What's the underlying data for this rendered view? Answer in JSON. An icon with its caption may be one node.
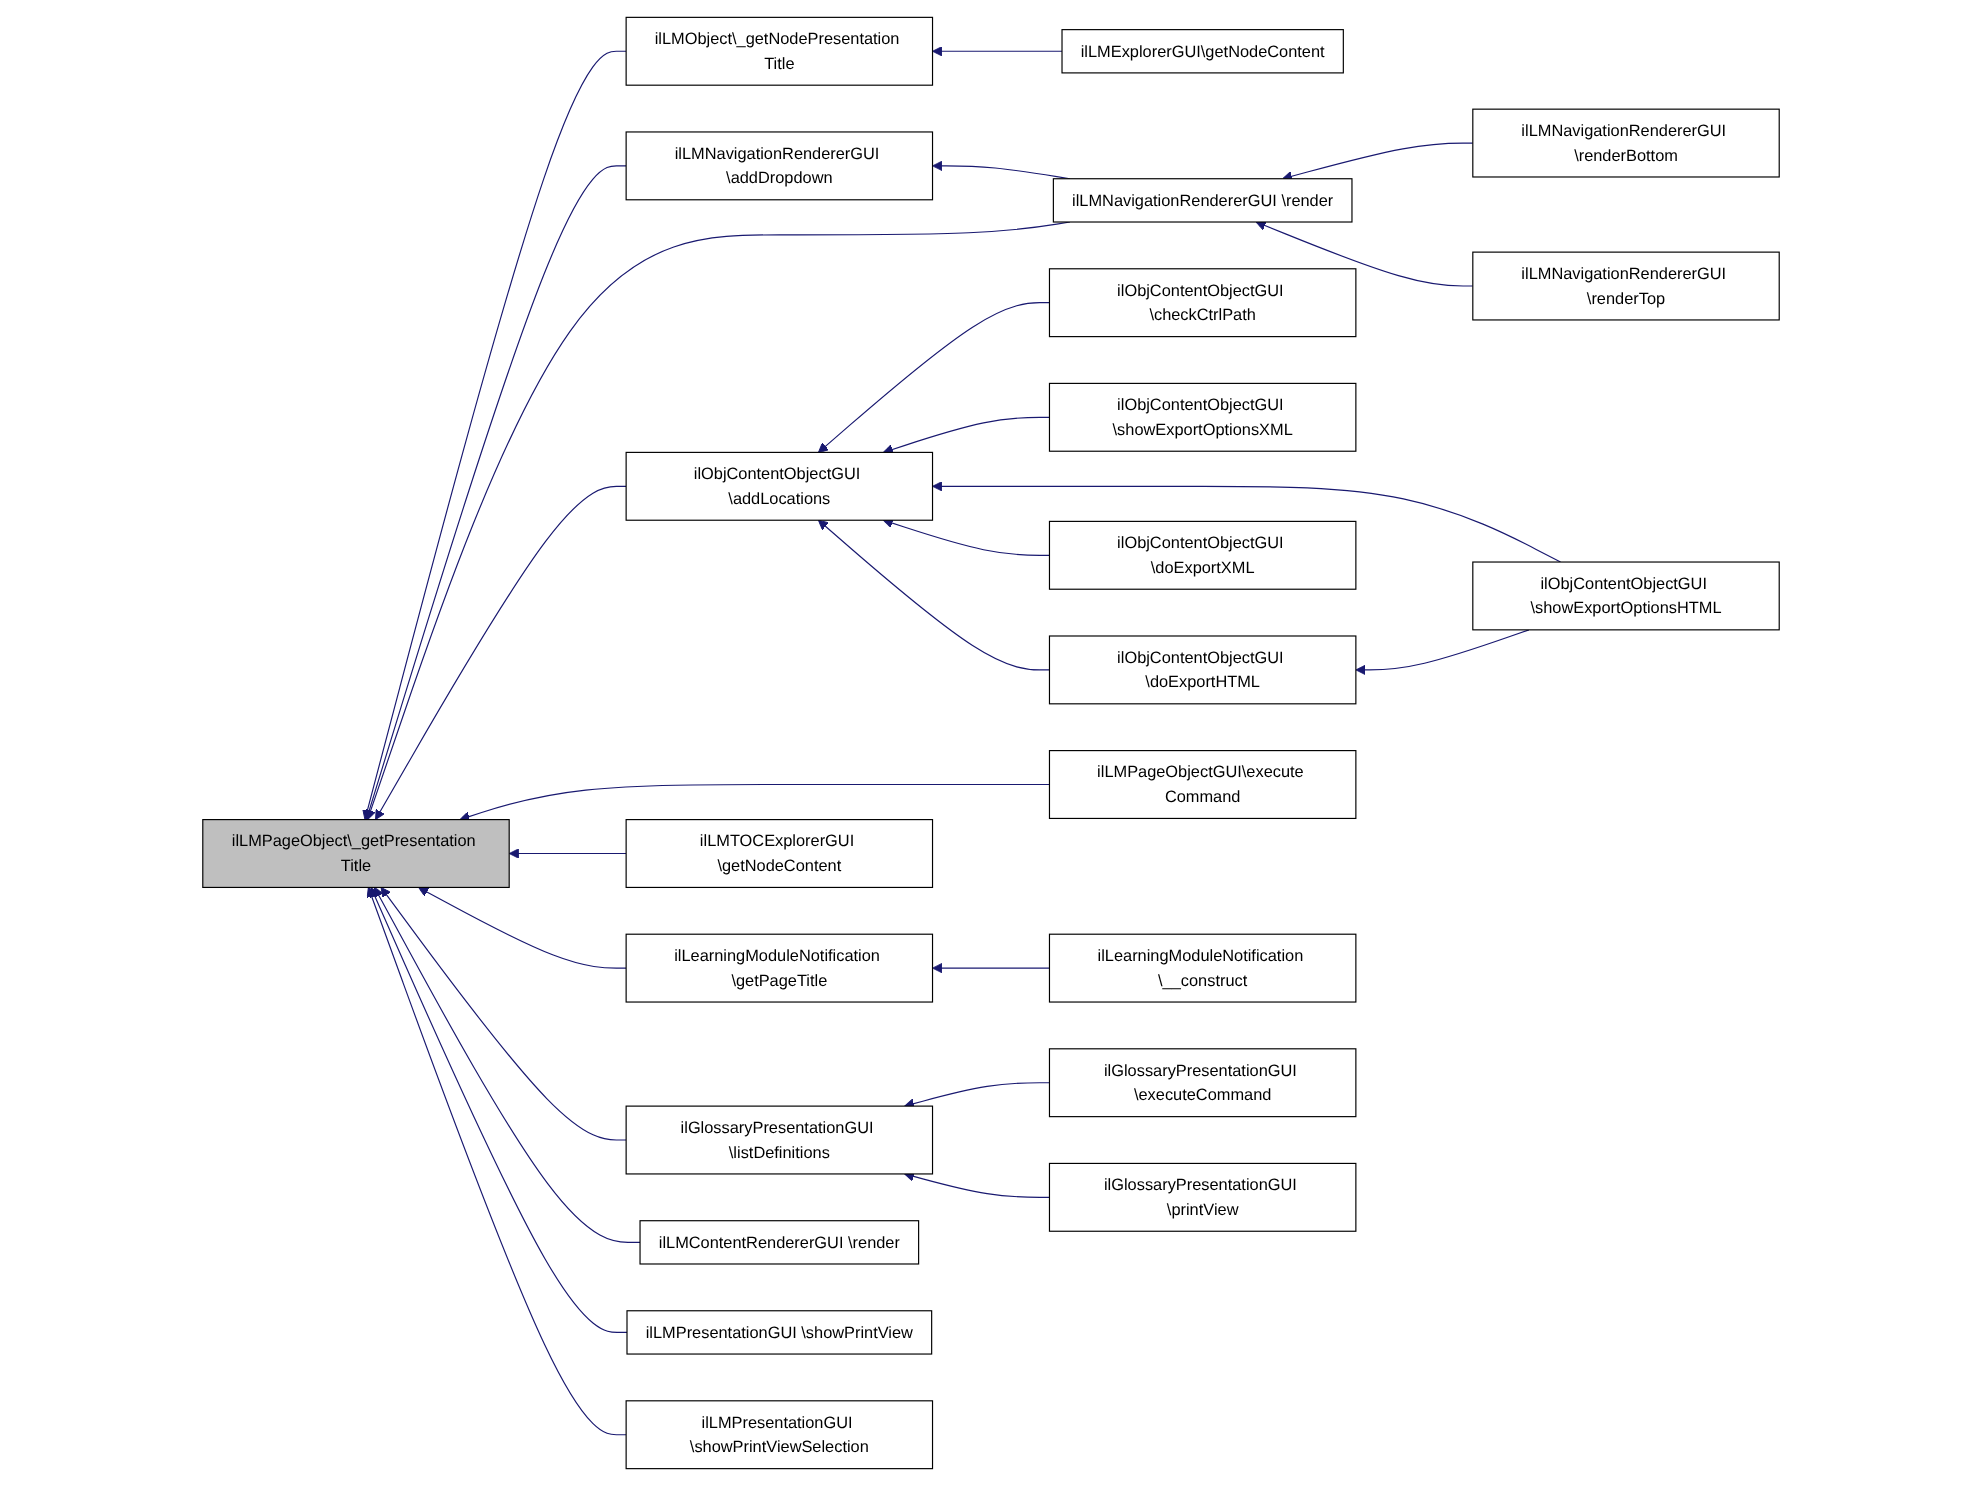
{
  "diagram": {
    "nodes": [
      {
        "text": [
          "ilLMPageObject\\_getPresentation Title"
        ]
      },
      {
        "text": [
          "ilLMObject\\_getNodePresentation Title"
        ]
      },
      {
        "text": [
          "ilLMNavigationRendererGUI \\addDropdown"
        ]
      },
      {
        "text": [
          "ilObjContentObjectGUI \\addLocations"
        ]
      },
      {
        "text": [
          "ilLMPageObjectGUI\\execute Command"
        ]
      },
      {
        "text": [
          "ilLMTOCExplorerGUI \\getNodeContent"
        ]
      },
      {
        "text": [
          "ilLearningModuleNotification \\getPageTitle"
        ]
      },
      {
        "text": [
          "ilGlossaryPresentationGUI \\listDefinitions"
        ]
      },
      {
        "text": [
          "ilLMContentRendererGUI \\render"
        ]
      },
      {
        "text": [
          "ilLMPresentationGUI \\showPrintView"
        ]
      },
      {
        "text": [
          "ilLMPresentationGUI \\showPrintViewSelection"
        ]
      },
      {
        "text": [
          "ilLMExplorerGUI\\getNodeContent"
        ]
      },
      {
        "text": [
          "ilLMNavigationRendererGUI \\render"
        ]
      },
      {
        "text": [
          "ilObjContentObjectGUI \\checkCtrlPath"
        ]
      },
      {
        "text": [
          "ilObjContentObjectGUI \\showExportOptionsXML"
        ]
      },
      {
        "text": [
          "ilObjContentObjectGUI \\doExportXML"
        ]
      },
      {
        "text": [
          "ilObjContentObjectGUI \\doExportHTML"
        ]
      },
      {
        "text": [
          "ilLearningModuleNotification \\__construct"
        ]
      },
      {
        "text": [
          "ilGlossaryPresentationGUI \\executeCommand"
        ]
      },
      {
        "text": [
          "ilGlossaryPresentationGUI \\printView"
        ]
      },
      {
        "text": [
          "ilLMNavigationRendererGUI \\renderBottom"
        ]
      },
      {
        "text": [
          "ilLMNavigationRendererGUI \\renderTop"
        ]
      },
      {
        "text": [
          "ilObjContentObjectGUI \\showExportOptionsHTML"
        ]
      }
    ],
    "edges": [
      {
        "from": 1,
        "to": 0,
        "arrow": "to"
      },
      {
        "from": 2,
        "to": 0,
        "arrow": "to"
      },
      {
        "from": 12,
        "to": 0,
        "arrow": "to"
      },
      {
        "from": 3,
        "to": 0,
        "arrow": "to"
      },
      {
        "from": 4,
        "to": 0,
        "arrow": "to"
      },
      {
        "from": 5,
        "to": 0,
        "arrow": "to"
      },
      {
        "from": 6,
        "to": 0,
        "arrow": "to"
      },
      {
        "from": 7,
        "to": 0,
        "arrow": "to"
      },
      {
        "from": 8,
        "to": 0,
        "arrow": "to"
      },
      {
        "from": 9,
        "to": 0,
        "arrow": "to"
      },
      {
        "from": 10,
        "to": 0,
        "arrow": "to"
      },
      {
        "from": 11,
        "to": 1,
        "arrow": "to"
      },
      {
        "from": 12,
        "to": 2,
        "arrow": "to"
      },
      {
        "from": 20,
        "to": 12,
        "arrow": "to"
      },
      {
        "from": 21,
        "to": 12,
        "arrow": "to"
      },
      {
        "from": 13,
        "to": 3,
        "arrow": "to"
      },
      {
        "from": 14,
        "to": 3,
        "arrow": "to"
      },
      {
        "from": 22,
        "to": 3,
        "arrow": "to"
      },
      {
        "from": 15,
        "to": 3,
        "arrow": "to"
      },
      {
        "from": 16,
        "to": 3,
        "arrow": "to"
      },
      {
        "from": 22,
        "to": 16,
        "arrow": "to"
      },
      {
        "from": 17,
        "to": 6,
        "arrow": "to"
      },
      {
        "from": 18,
        "to": 7,
        "arrow": "to"
      },
      {
        "from": 19,
        "to": 7,
        "arrow": "to"
      }
    ]
  }
}
